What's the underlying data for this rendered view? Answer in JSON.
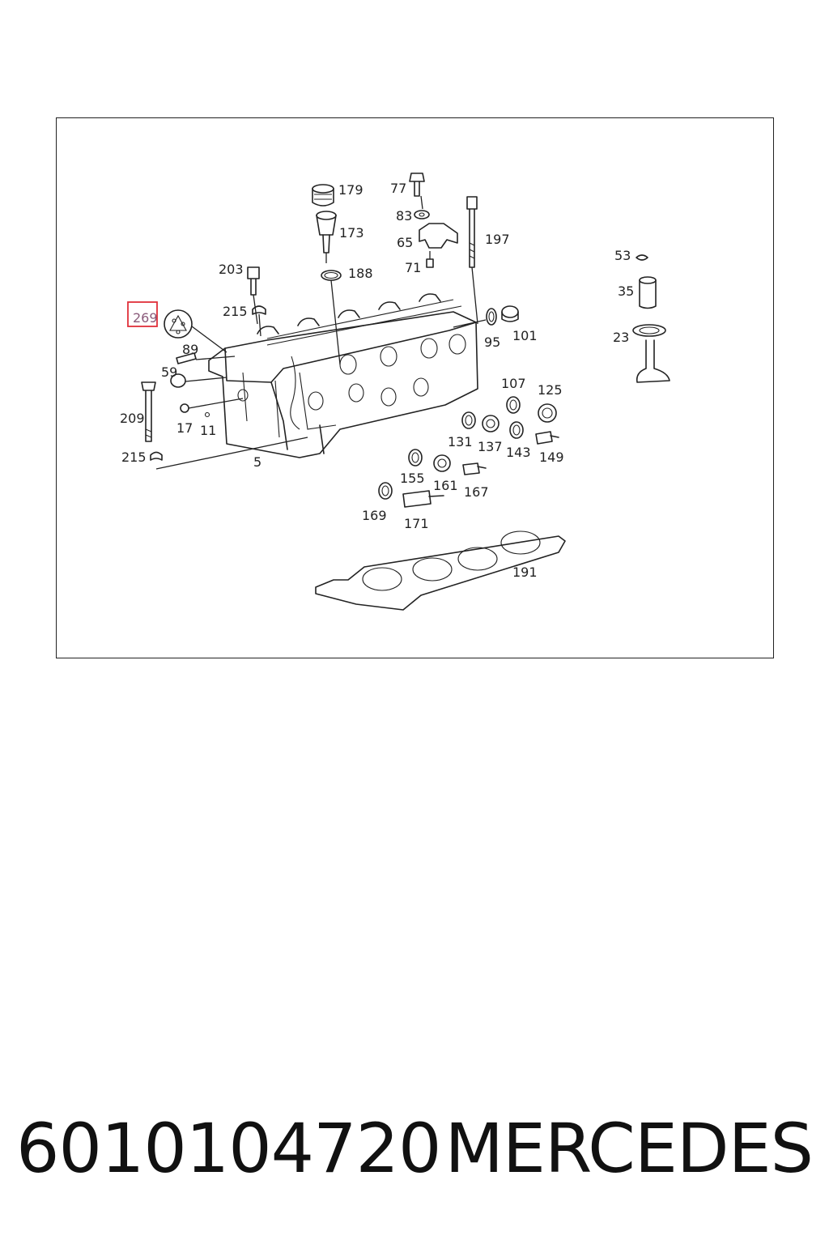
{
  "diagram": {
    "highlighted_callout": "269",
    "callouts": {
      "c179": "179",
      "c77": "77",
      "c83": "83",
      "c173": "173",
      "c65": "65",
      "c197": "197",
      "c71": "71",
      "c203": "203",
      "c188": "188",
      "c215a": "215",
      "c89": "89",
      "c59": "59",
      "c209": "209",
      "c17": "17",
      "c11": "11",
      "c215b": "215",
      "c5": "5",
      "c95": "95",
      "c101": "101",
      "c53": "53",
      "c35": "35",
      "c23": "23",
      "c107": "107",
      "c125": "125",
      "c131": "131",
      "c137": "137",
      "c143": "143",
      "c149": "149",
      "c155": "155",
      "c161": "161",
      "c167": "167",
      "c169": "169",
      "c171": "171",
      "c191": "191"
    },
    "highlight_color": "#e0303a"
  },
  "footer": {
    "part_number": "6010104720",
    "brand": "MERCEDES"
  }
}
